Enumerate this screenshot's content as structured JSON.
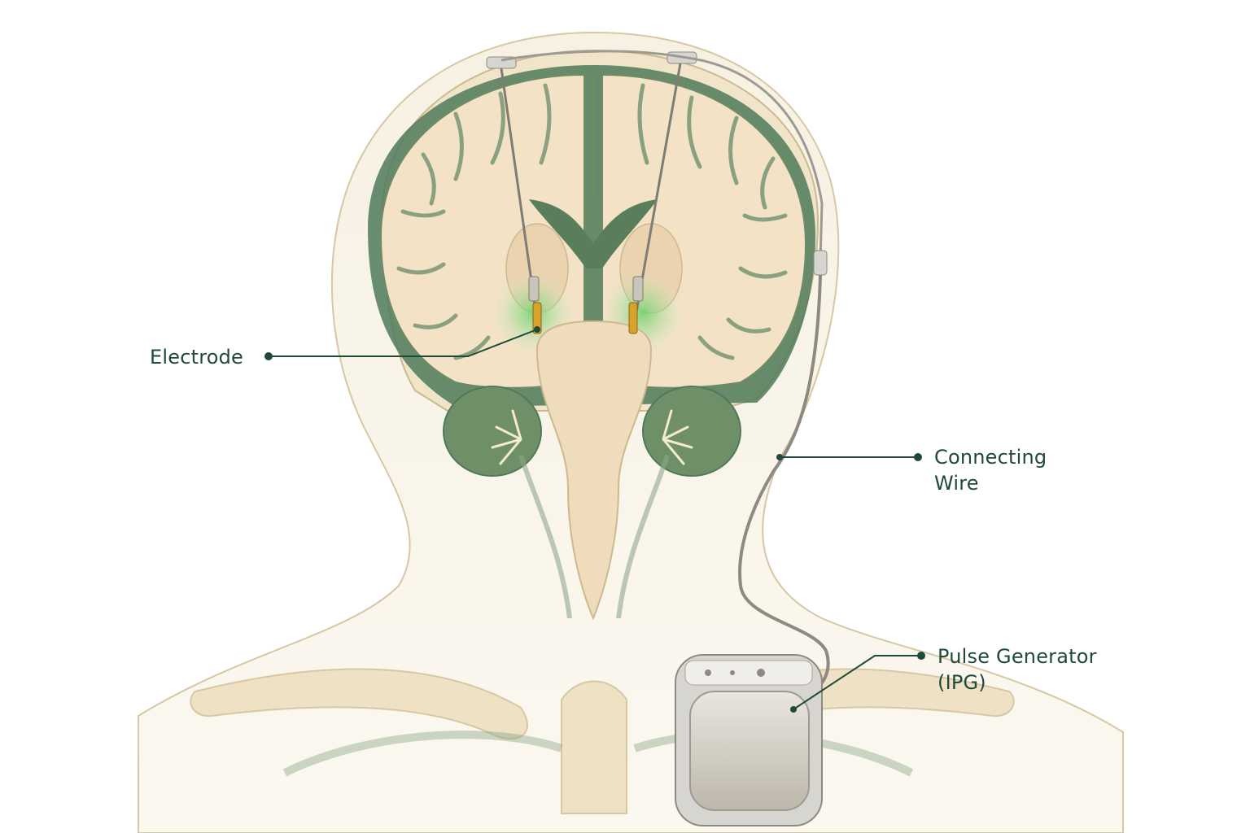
{
  "labels": {
    "electrode": "Electrode",
    "wire": {
      "line1": "Connecting",
      "line2": "Wire"
    },
    "generator": {
      "line1": "Pulse Generator",
      "line2": "(IPG)"
    }
  },
  "colors": {
    "accent": "#1f4a3a",
    "skin": "#f7f1e3",
    "skin_outline": "#d8c7a4",
    "brain_tissue": "#f3e2c6",
    "brain_shadow": "#7f9a79",
    "bone": "#efe1c3",
    "device_metal": "#c9c5bb",
    "electrode_contact": "#d8a32a",
    "stimulation_glow": "#6bd06b"
  },
  "icons": {
    "callout_dot": "filled-circle"
  }
}
